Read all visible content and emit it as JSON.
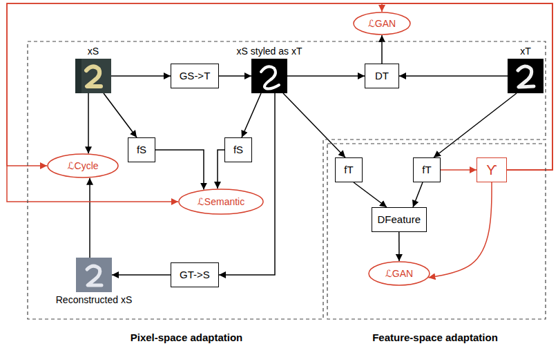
{
  "diagram": {
    "nodes": [
      {
        "text": [
          "ℒGAN"
        ]
      },
      {
        "text": [
          "Pixel-space adaptation"
        ]
      },
      {
        "text": [
          "xS"
        ],
        "in": 1
      },
      {
        "text": [
          "GS->T"
        ],
        "in": 1
      },
      {
        "text": [
          "xS styled as xT"
        ],
        "in": 1
      },
      {
        "text": [
          "DT"
        ],
        "in": 1
      },
      {
        "text": [
          "xT"
        ],
        "in": 1
      },
      {
        "text": [
          "fS"
        ],
        "in": 1
      },
      {
        "text": [
          "fS"
        ],
        "in": 1
      },
      {
        "text": [
          "ℒCycle"
        ],
        "in": 1
      },
      {
        "text": [
          "ℒSemantic"
        ],
        "in": 1
      },
      {
        "text": [
          "Reconstructed xS"
        ],
        "in": 1
      },
      {
        "text": [
          "GT->S"
        ],
        "in": 1
      },
      {
        "text": [
          "Feature-space adaptation"
        ]
      },
      {
        "text": [
          "fT"
        ],
        "in": 13
      },
      {
        "text": [
          "fT"
        ],
        "in": 13
      },
      {
        "text": [
          "ϒ"
        ],
        "in": 13
      },
      {
        "text": [
          "DFeature"
        ],
        "in": 13
      },
      {
        "text": [
          "ℒGAN"
        ],
        "in": 13
      }
    ],
    "edges": [
      {
        "from": 2,
        "to": 3,
        "arrow": "to"
      },
      {
        "from": 3,
        "to": 4,
        "arrow": "to"
      },
      {
        "from": 4,
        "to": 5,
        "arrow": "to"
      },
      {
        "from": 6,
        "to": 5,
        "arrow": "to"
      },
      {
        "from": 5,
        "to": 0,
        "arrow": "to"
      },
      {
        "from": 2,
        "to": 9,
        "arrow": "to"
      },
      {
        "from": 2,
        "to": 7,
        "arrow": "to"
      },
      {
        "from": 4,
        "to": 8,
        "arrow": "to"
      },
      {
        "from": 7,
        "to": 10,
        "arrow": "to"
      },
      {
        "from": 8,
        "to": 10,
        "arrow": "to"
      },
      {
        "from": 4,
        "to": 12,
        "arrow": "to"
      },
      {
        "from": 12,
        "to": 11,
        "arrow": "to"
      },
      {
        "from": 11,
        "to": 9,
        "arrow": "to"
      },
      {
        "from": 4,
        "to": 14,
        "arrow": "to"
      },
      {
        "from": 6,
        "to": 15,
        "arrow": "to"
      },
      {
        "from": 14,
        "to": 17,
        "arrow": "to"
      },
      {
        "from": 15,
        "to": 17,
        "arrow": "to"
      },
      {
        "from": 17,
        "to": 18,
        "arrow": "to"
      },
      {
        "from": 15,
        "to": 16,
        "arrow": "to"
      },
      {
        "from": 16,
        "to": 18,
        "arrow": "to"
      },
      {
        "from": 16,
        "to": 0,
        "arrow": "to"
      },
      {
        "from": 16,
        "to": 9,
        "arrow": "to"
      },
      {
        "from": 16,
        "to": 10,
        "arrow": "to"
      }
    ]
  }
}
